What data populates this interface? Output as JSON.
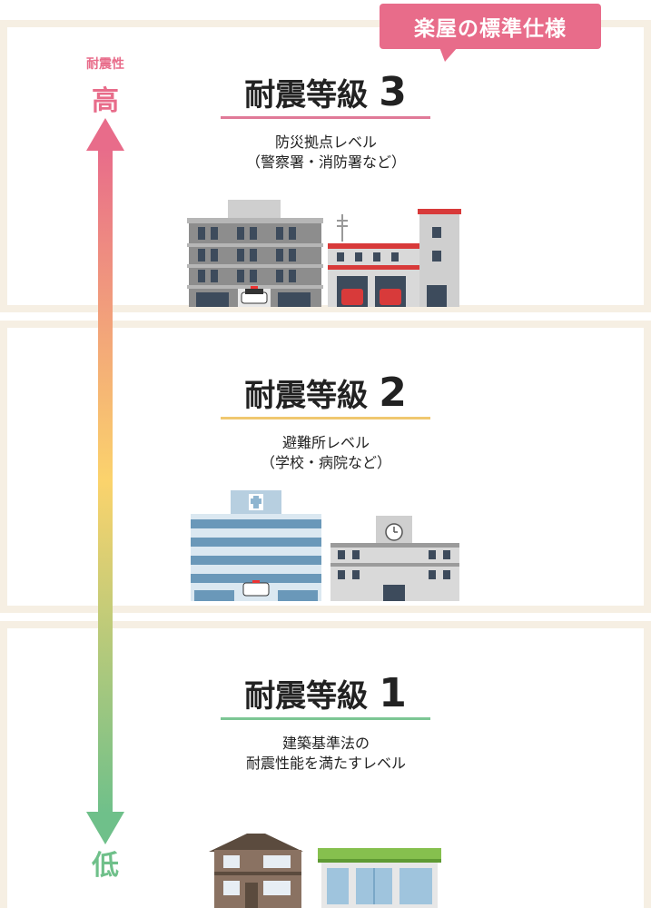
{
  "badge": {
    "text": "楽屋の標準仕様"
  },
  "axis": {
    "label": "耐震性",
    "high": "高",
    "low": "低",
    "colors": {
      "top": "#e86c8a",
      "middle": "#fbd36c",
      "bottom": "#6fc08a"
    }
  },
  "grades": [
    {
      "title": "耐震等級",
      "level": "3",
      "line_color": "#e07a98",
      "desc_line1": "防災拠点レベル",
      "desc_line2": "（警察署・消防署など）"
    },
    {
      "title": "耐震等級",
      "level": "2",
      "line_color": "#f0c870",
      "desc_line1": "避難所レベル",
      "desc_line2": "（学校・病院など）"
    },
    {
      "title": "耐震等級",
      "level": "1",
      "line_color": "#7cc694",
      "desc_line1": "建築基準法の",
      "desc_line2": "耐震性能を満たすレベル"
    }
  ]
}
